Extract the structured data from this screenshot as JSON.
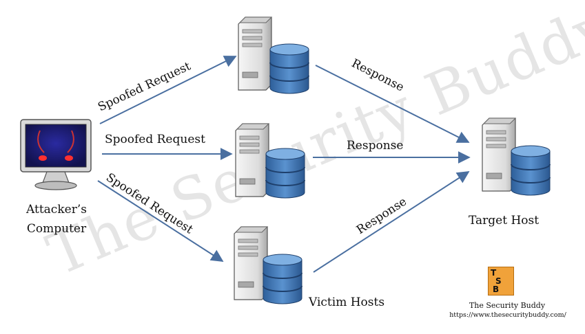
{
  "attacker": {
    "label_line1": "Attacker’s",
    "label_line2": "Computer"
  },
  "arrows": {
    "spoofed_top": "Spoofed Request",
    "spoofed_middle": "Spoofed Request",
    "spoofed_bottom": "Spoofed Request",
    "response_top": "Response",
    "response_middle": "Response",
    "response_bottom": "Response"
  },
  "target": {
    "label": "Target Host"
  },
  "victims": {
    "label": "Victim Hosts"
  },
  "watermark": {
    "text": "The Security Buddy"
  },
  "brand": {
    "logo_letters": [
      "T",
      "S",
      "B"
    ],
    "title": "The Security Buddy",
    "url": "https://www.thesecuritybuddy.com/"
  },
  "colors": {
    "arrow": "#4a6fa0",
    "database": "#3f78b8",
    "server": "#e6e6e6",
    "screen": "#1e1e7a",
    "logo": "#f0a23a"
  }
}
